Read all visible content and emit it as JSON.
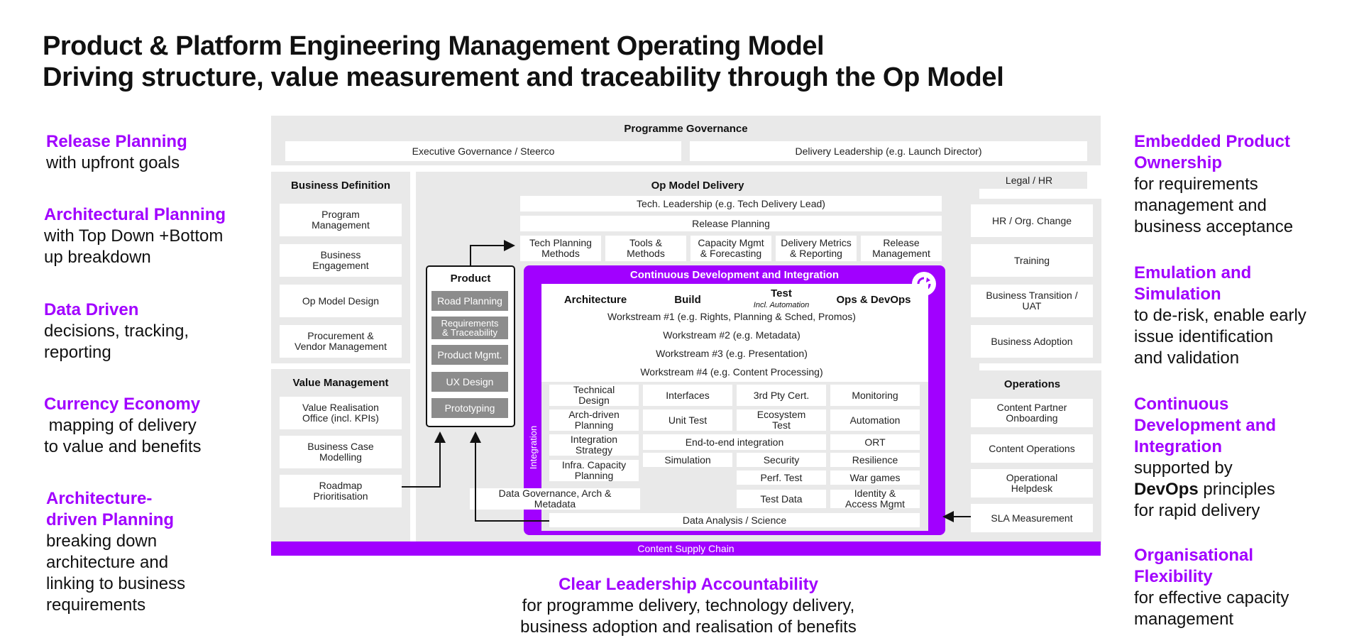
{
  "title": "Product & Platform Engineering Management Operating Model",
  "subtitle": "Driving structure, value measurement and traceability through the Op Model",
  "left_notes": [
    {
      "highlight": "Release Planning",
      "text": "with upfront goals"
    },
    {
      "highlight": "Architectural Planning",
      "text": "with Top Down +Bottom\nup breakdown"
    },
    {
      "highlight": "Data Driven",
      "text": "decisions, tracking,\nreporting"
    },
    {
      "highlight": "Currency Economy",
      "text": " mapping of delivery\nto value and benefits"
    },
    {
      "highlight": "Architecture-\ndriven Planning",
      "text": "breaking down\narchitecture and\nlinking to business\nrequirements"
    }
  ],
  "right_notes": [
    {
      "highlight": "Embedded Product\nOwnership",
      "text": "for requirements\nmanagement and\nbusiness acceptance"
    },
    {
      "highlight": "Emulation and\nSimulation",
      "text": "to de-risk, enable early\nissue identification\nand validation"
    },
    {
      "highlight": "Continuous\nDevelopment and\nIntegration",
      "text_pre": "supported by",
      "text_bold": "DevOps",
      "text_post": " principles\nfor rapid delivery"
    },
    {
      "highlight": "Organisational\nFlexibility",
      "text": "for effective capacity\nmanagement"
    }
  ],
  "bottom_note": {
    "highlight": "Clear Leadership Accountability",
    "line1": "for programme delivery, technology delivery,",
    "line2": "business adoption and realisation of benefits"
  },
  "governance": {
    "title": "Programme Governance",
    "items": [
      "Executive Governance / Steerco",
      "Delivery Leadership (e.g. Launch Director)"
    ]
  },
  "business_definition": {
    "title": "Business Definition",
    "items": [
      "Program\nManagement",
      "Business\nEngagement",
      "Op Model Design",
      "Procurement &\nVendor Management"
    ]
  },
  "value_management": {
    "title": "Value Management",
    "items": [
      "Value Realisation\nOffice (incl. KPIs)",
      "Business Case\nModelling",
      "Roadmap\nPrioritisation"
    ]
  },
  "op_model_delivery": {
    "title": "Op Model Delivery",
    "tech_leadership": "Tech. Leadership (e.g. Tech Delivery Lead)",
    "release_planning": "Release Planning",
    "methods": [
      "Tech Planning\nMethods",
      "Tools &\nMethods",
      "Capacity Mgmt\n& Forecasting",
      "Delivery Metrics\n& Reporting",
      "Release\nManagement"
    ]
  },
  "product": {
    "title": "Product",
    "items": [
      "Road Planning",
      "Requirements\n& Traceability",
      "Product Mgmt.",
      "UX Design",
      "Prototyping"
    ]
  },
  "cdi": {
    "title": "Continuous Development and Integration",
    "columns": {
      "architecture": "Architecture",
      "build": "Build",
      "test": "Test",
      "test_sub": "Incl. Automation",
      "ops": "Ops & DevOps"
    },
    "workstreams": [
      "Workstream #1 (e.g. Rights, Planning & Sched, Promos)",
      "Workstream #2 (e.g. Metadata)",
      "Workstream #3 (e.g. Presentation)",
      "Workstream #4 (e.g. Content Processing)"
    ],
    "integration_label": "Integration",
    "architecture_items": [
      "Technical\nDesign",
      "Arch-driven\nPlanning",
      "Integration\nStrategy",
      "Infra. Capacity\nPlanning"
    ],
    "build_items": [
      "Interfaces",
      "Unit Test",
      "Simulation"
    ],
    "test_items": [
      "3rd Pty Cert.",
      "Ecosystem\nTest",
      "Security",
      "Perf. Test",
      "Test Data"
    ],
    "ops_items": [
      "Monitoring",
      "Automation",
      "ORT",
      "Resilience",
      "War games",
      "Identity &\nAccess Mgmt"
    ],
    "end_to_end": "End-to-end integration",
    "data_governance": "Data Governance, Arch &\nMetadata",
    "data_analysis": "Data Analysis / Science"
  },
  "legal_hr": {
    "title": "Legal / HR",
    "items": [
      "HR / Org. Change",
      "Training",
      "Business Transition /\nUAT",
      "Business Adoption"
    ]
  },
  "operations": {
    "title": "Operations",
    "items": [
      "Content Partner\nOnboarding",
      "Content Operations",
      "Operational\nHelpdesk",
      "SLA Measurement"
    ]
  },
  "content_supply_chain": "Content Supply Chain",
  "colors": {
    "accent": "#a100ff",
    "panel": "#e9e9e9",
    "product_box": "#8c8c8c"
  }
}
